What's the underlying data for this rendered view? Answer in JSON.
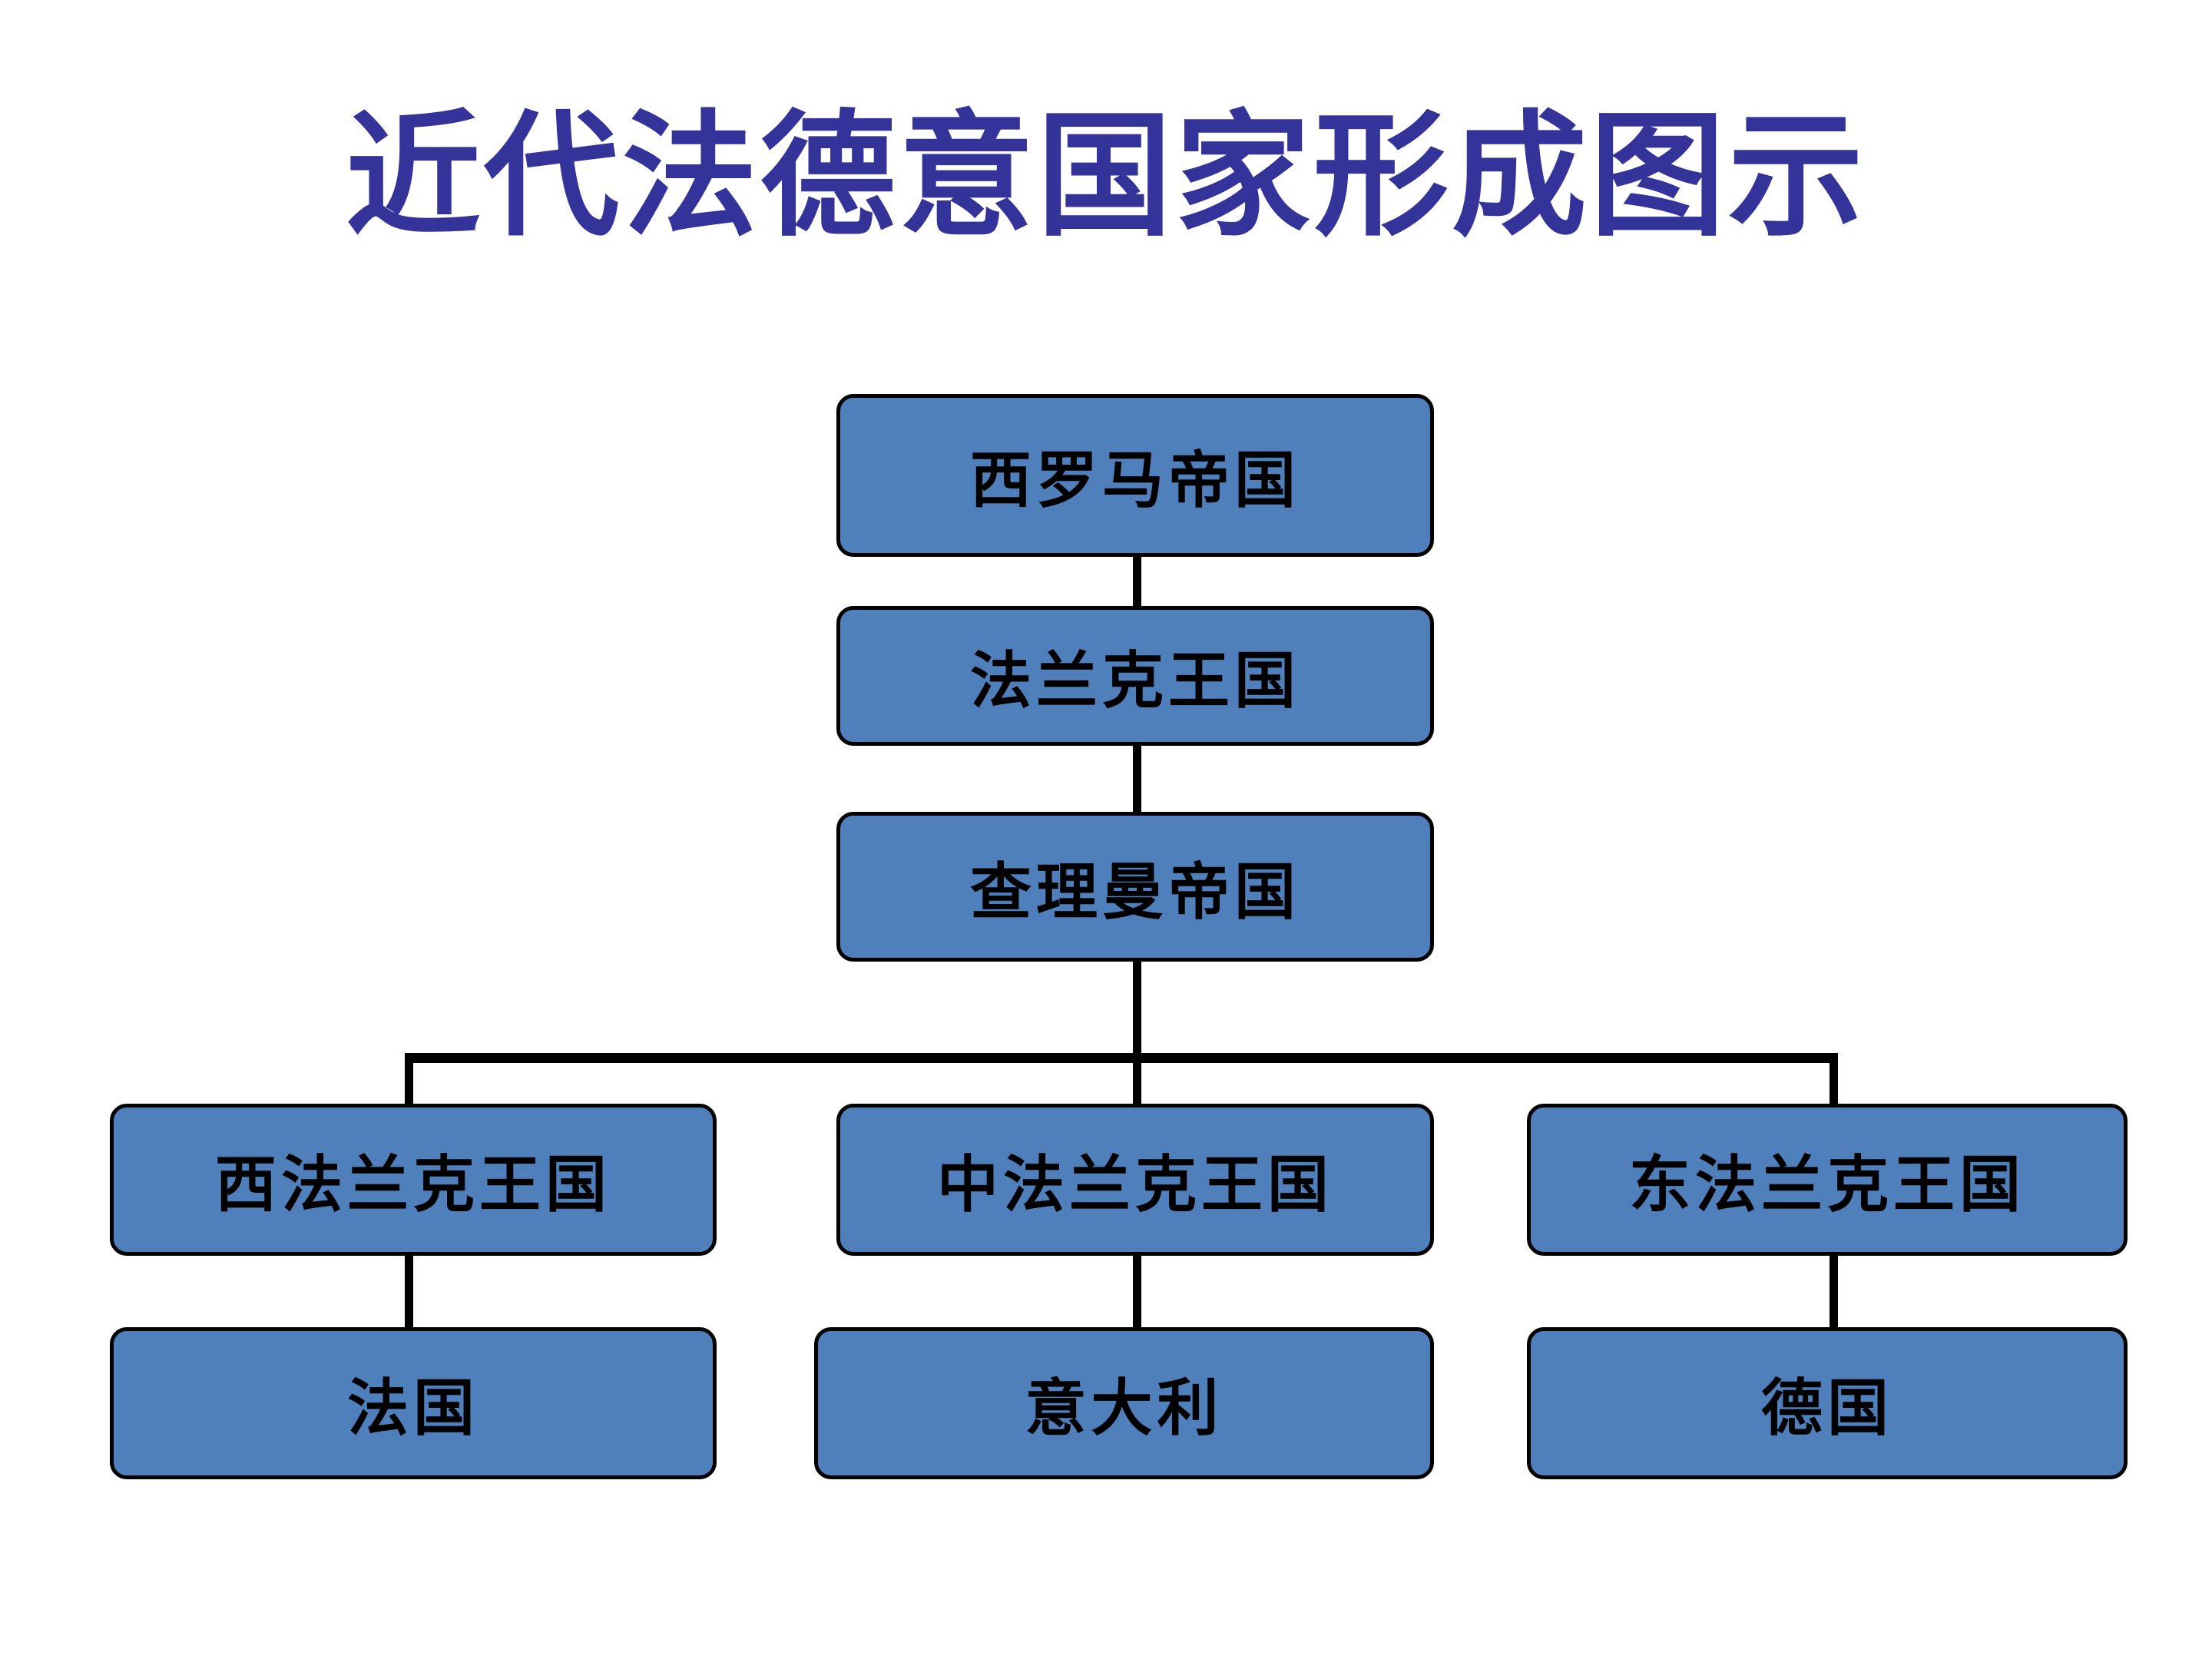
{
  "slide": {
    "title": "近代法德意国家形成图示",
    "title_color": "#333399",
    "background_color": "#ffffff"
  },
  "theme": {
    "node_fill": "#4F80BC",
    "node_border": "#000000",
    "node_text": "#000000",
    "connector_color": "#000000"
  },
  "chart_data": {
    "type": "diagram",
    "title": "近代法德意国家形成图示",
    "nodes": [
      {
        "id": "west-roman-empire",
        "label": "西罗马帝国",
        "row": 1,
        "column": "center"
      },
      {
        "id": "frankish-kingdom",
        "label": "法兰克王国",
        "row": 2,
        "column": "center"
      },
      {
        "id": "carolingian-empire",
        "label": "查理曼帝国",
        "row": 3,
        "column": "center"
      },
      {
        "id": "west-frankish-kingdom",
        "label": "西法兰克王国",
        "row": 4,
        "column": "left"
      },
      {
        "id": "middle-frankish-kingdom",
        "label": "中法兰克王国",
        "row": 4,
        "column": "center"
      },
      {
        "id": "east-frankish-kingdom",
        "label": "东法兰克王国",
        "row": 4,
        "column": "right"
      },
      {
        "id": "france",
        "label": "法国",
        "row": 5,
        "column": "left"
      },
      {
        "id": "italy",
        "label": "意大利",
        "row": 5,
        "column": "center"
      },
      {
        "id": "germany",
        "label": "德国",
        "row": 5,
        "column": "right"
      }
    ],
    "edges": [
      {
        "from": "west-roman-empire",
        "to": "frankish-kingdom"
      },
      {
        "from": "frankish-kingdom",
        "to": "carolingian-empire"
      },
      {
        "from": "carolingian-empire",
        "to": "west-frankish-kingdom"
      },
      {
        "from": "carolingian-empire",
        "to": "middle-frankish-kingdom"
      },
      {
        "from": "carolingian-empire",
        "to": "east-frankish-kingdom"
      },
      {
        "from": "west-frankish-kingdom",
        "to": "france"
      },
      {
        "from": "middle-frankish-kingdom",
        "to": "italy"
      },
      {
        "from": "east-frankish-kingdom",
        "to": "germany"
      }
    ]
  }
}
